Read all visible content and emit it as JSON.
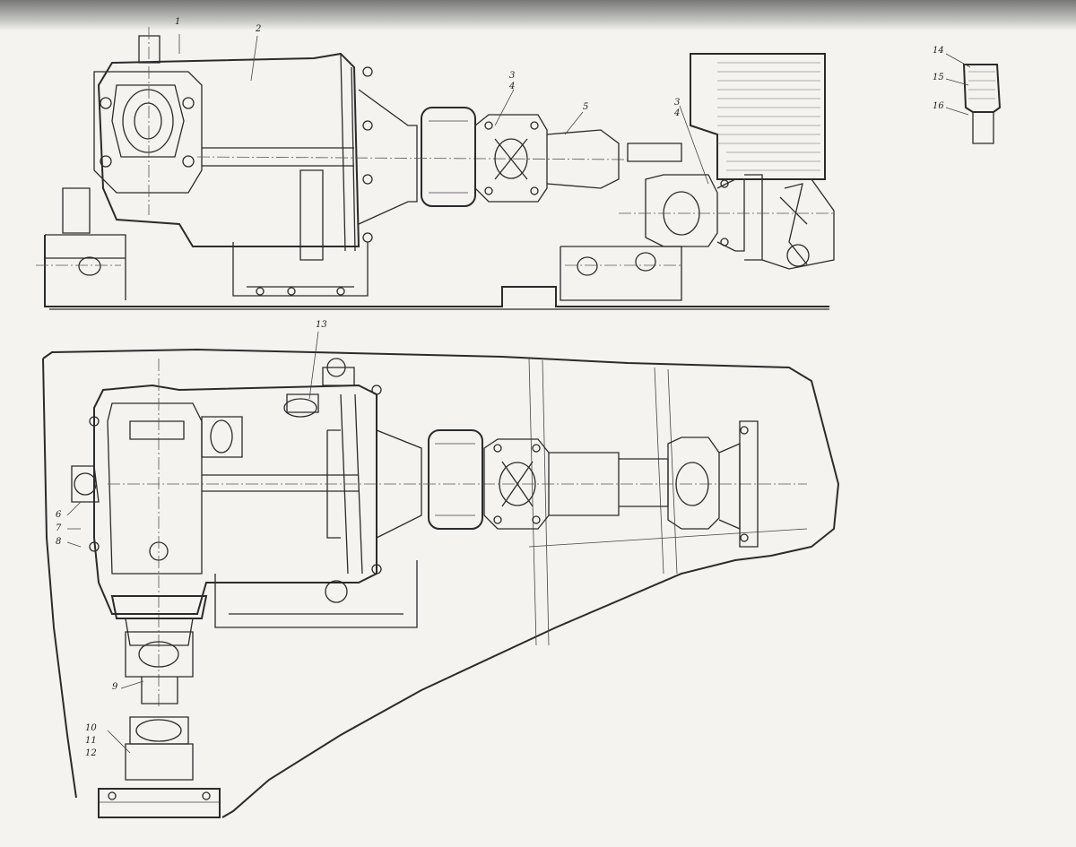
{
  "callouts": {
    "c1": "1",
    "c2": "2",
    "c3a": "3",
    "c4a": "4",
    "c5": "5",
    "c3b": "3",
    "c4b": "4",
    "c6": "6",
    "c7": "7",
    "c8": "8",
    "c9": "9",
    "c10": "10",
    "c11": "11",
    "c12": "12",
    "c13": "13",
    "c14": "14",
    "c15": "15",
    "c16": "16"
  },
  "colors": {
    "paper": "#f4f3ef",
    "ink": "#2b2b2b",
    "scan_edge": "#7a7a7a"
  }
}
